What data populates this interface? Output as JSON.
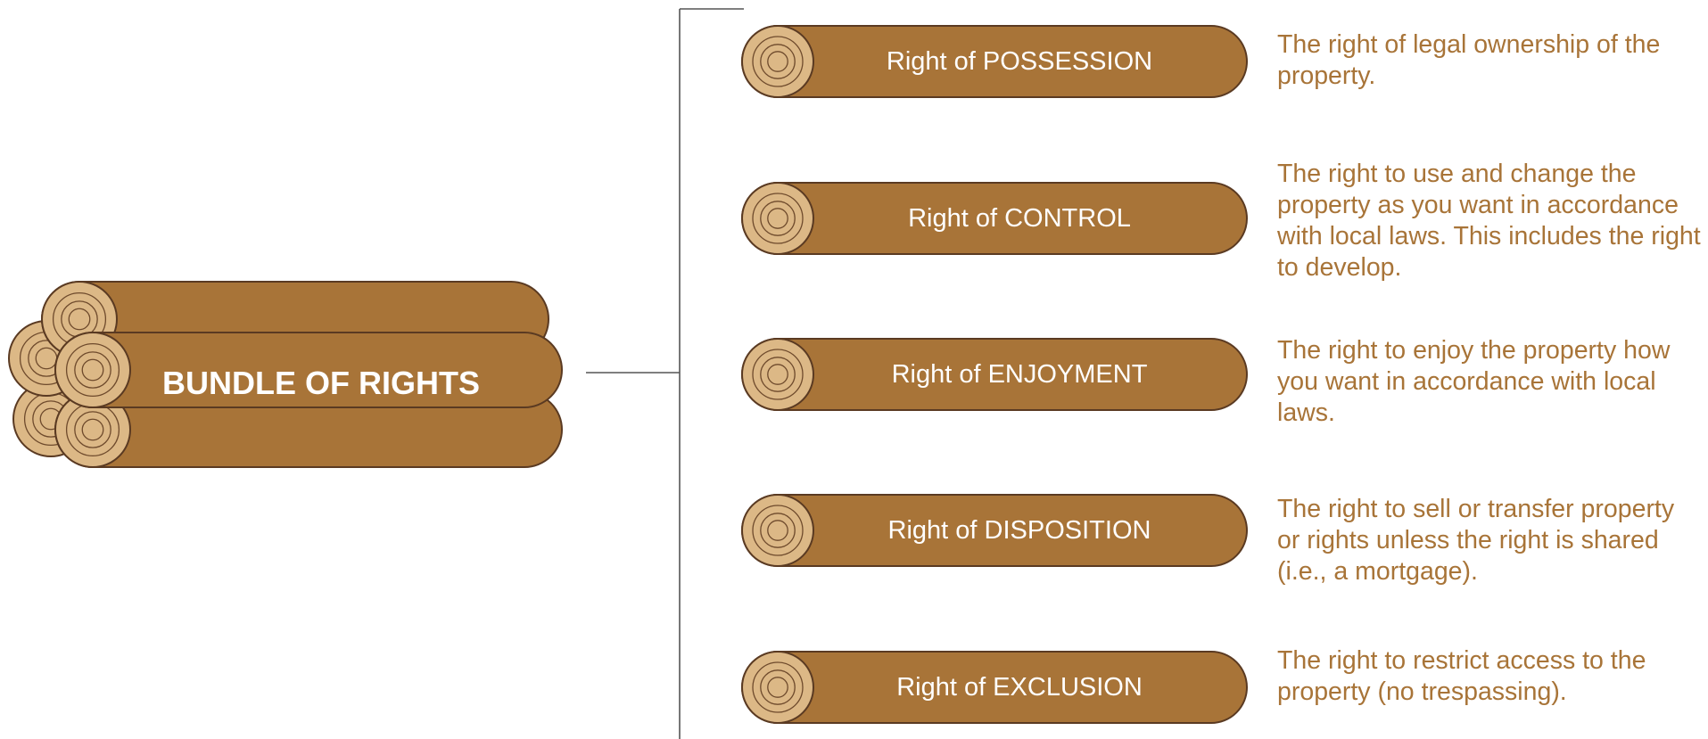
{
  "title": "BUNDLE OF RIGHTS",
  "colors": {
    "log_bark": "#a87438",
    "log_outline": "#5a3a22",
    "log_end": "#dcb886",
    "ring": "#6e4a2c",
    "description_text": "#a87438",
    "connector": "#555555"
  },
  "rights": [
    {
      "label": "Right of POSSESSION",
      "description": "The right of legal ownership of the property."
    },
    {
      "label": "Right of CONTROL",
      "description": "The right to use and change the property as you want in accordance with local laws. This includes the right to develop."
    },
    {
      "label": "Right of ENJOYMENT",
      "description": "The right to enjoy the property how you want in accordance with local laws."
    },
    {
      "label": "Right of DISPOSITION",
      "description": "The right to sell or transfer property or rights unless the right is shared (i.e., a mortgage)."
    },
    {
      "label": "Right of EXCLUSION",
      "description": "The right to restrict access to the property (no trespassing)."
    }
  ]
}
